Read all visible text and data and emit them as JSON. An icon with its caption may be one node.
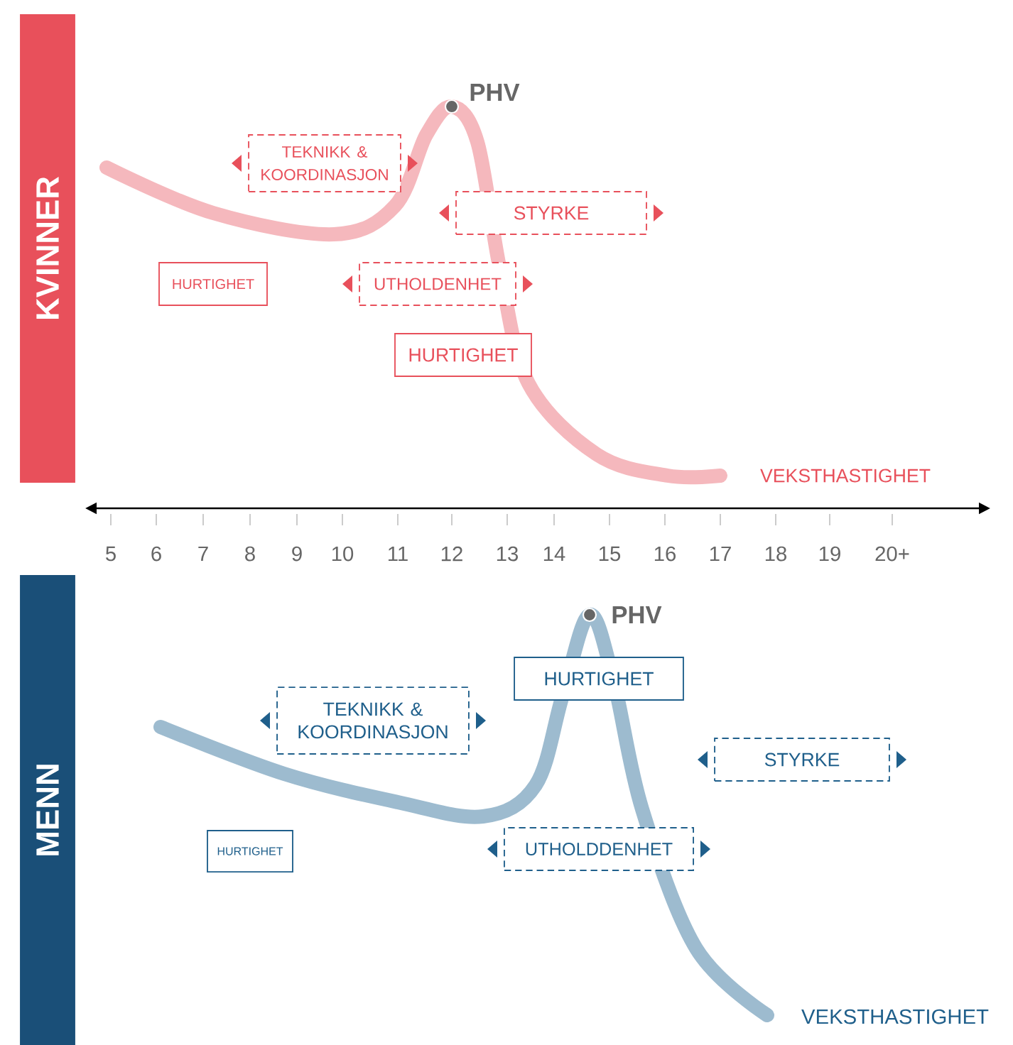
{
  "diagram": {
    "nodes": [
      {
        "text": [
          "KVINNER"
        ]
      },
      {
        "text": [
          "TEKNIKK & KOORDINASJON"
        ]
      },
      {
        "text": [
          "STYRKE"
        ]
      },
      {
        "text": [
          "HURTIGHET"
        ]
      },
      {
        "text": [
          "UTHOLDENHET"
        ]
      },
      {
        "text": [
          "HURTIGHET"
        ]
      },
      {
        "text": [
          "MENN"
        ]
      },
      {
        "text": [
          "HURTIGHET"
        ]
      },
      {
        "text": [
          "TEKNIKK & KOORDINASJON"
        ]
      },
      {
        "text": [
          "STYRKE"
        ]
      },
      {
        "text": [
          "HURTIGHET"
        ]
      },
      {
        "text": [
          "UTHOLDDENHET"
        ]
      }
    ],
    "labels": [
      "PHV",
      "VEKSTHASTIGHET",
      "5",
      "6",
      "7",
      "8",
      "9",
      "10",
      "11",
      "12",
      "13",
      "14",
      "15",
      "16",
      "17",
      "18",
      "19",
      "20+",
      "PHV",
      "VEKSTHASTIGHET"
    ]
  }
}
